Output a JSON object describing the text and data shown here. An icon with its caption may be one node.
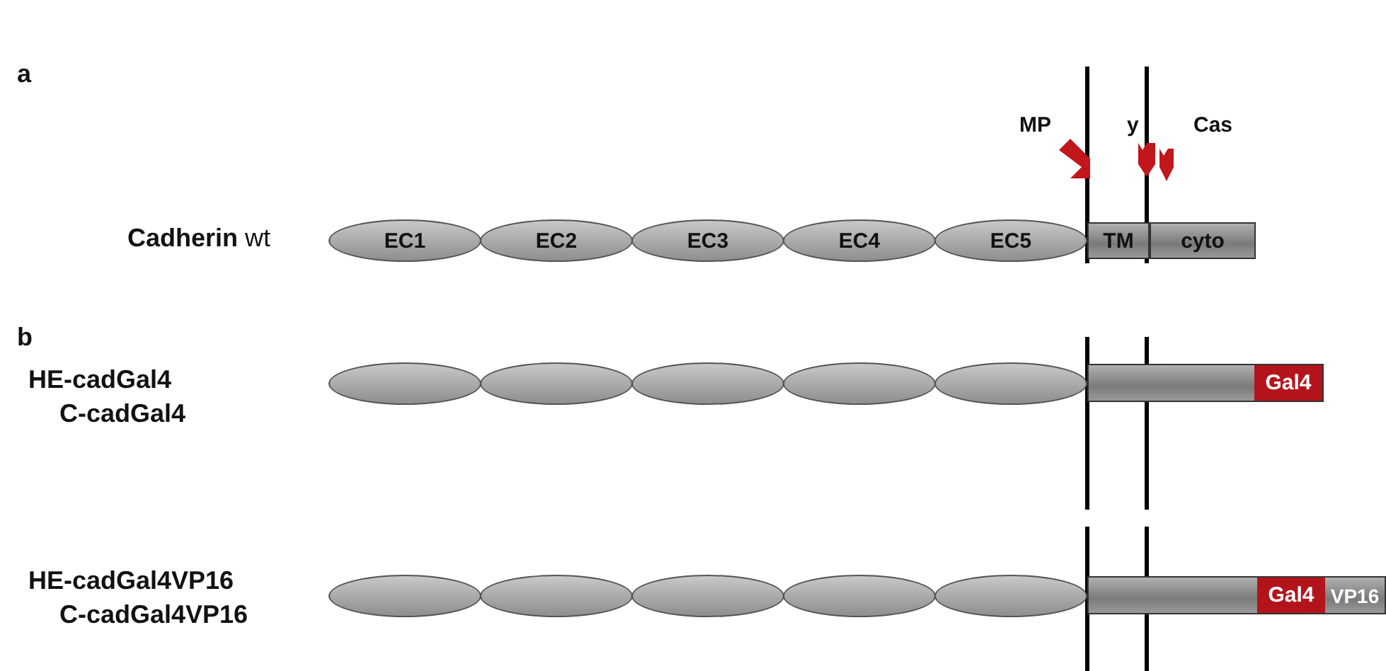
{
  "diagram": {
    "nodes": [
      {
        "text": [
          "EC1"
        ]
      },
      {
        "text": [
          "EC2"
        ]
      },
      {
        "text": [
          "EC3"
        ]
      },
      {
        "text": [
          "EC4"
        ]
      },
      {
        "text": [
          "EC5"
        ]
      },
      {
        "text": [
          "TM"
        ]
      },
      {
        "text": [
          "cyto"
        ]
      },
      {
        "text": [],
        "shape": "ellipse"
      },
      {
        "text": [],
        "shape": "ellipse"
      },
      {
        "text": [],
        "shape": "ellipse"
      },
      {
        "text": [],
        "shape": "ellipse"
      },
      {
        "text": [],
        "shape": "ellipse"
      },
      {
        "text": [],
        "shape": "bar"
      },
      {
        "text": [
          "Gal4"
        ],
        "in": 12
      },
      {
        "text": [],
        "shape": "ellipse"
      },
      {
        "text": [],
        "shape": "ellipse"
      },
      {
        "text": [],
        "shape": "ellipse"
      },
      {
        "text": [],
        "shape": "ellipse"
      },
      {
        "text": [],
        "shape": "ellipse"
      },
      {
        "text": [],
        "shape": "bar"
      },
      {
        "text": [
          "Gal4"
        ],
        "in": 19
      },
      {
        "text": [
          "VP16"
        ],
        "in": 19
      }
    ],
    "labels": [
      "a",
      "MP",
      "y",
      "Cas",
      "**Cadherin** wt",
      "b",
      "HE-cadGal4",
      "C-cadGal4",
      "HE-cadGal4VP16",
      "C-cadGal4VP16"
    ]
  }
}
